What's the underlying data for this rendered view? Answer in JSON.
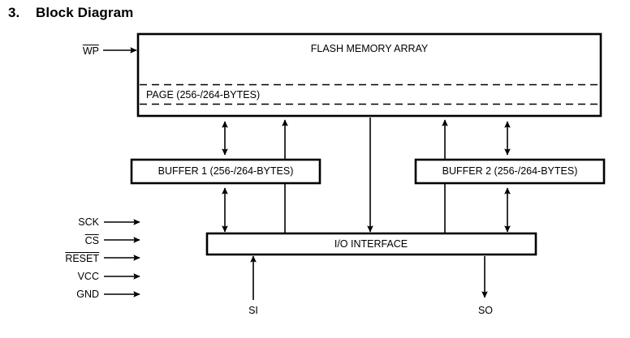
{
  "heading": {
    "number": "3.",
    "text": "Block Diagram"
  },
  "diagram": {
    "type": "block-diagram",
    "blocks": [
      {
        "id": "flash-memory-array",
        "label": "FLASH MEMORY ARRAY",
        "sub_label": "PAGE (256-/264-BYTES)",
        "sub_style": "dashed"
      },
      {
        "id": "buffer-1",
        "label": "BUFFER 1 (256-/264-BYTES)"
      },
      {
        "id": "buffer-2",
        "label": "BUFFER 2 (256-/264-BYTES)"
      },
      {
        "id": "io-interface",
        "label": "I/O INTERFACE"
      }
    ],
    "signals_left": [
      {
        "id": "wp",
        "label": "WP",
        "overline": true,
        "direction": "in",
        "target": "flash-memory-array"
      },
      {
        "id": "sck",
        "label": "SCK",
        "overline": false,
        "direction": "in",
        "target": "io-interface"
      },
      {
        "id": "cs",
        "label": "CS",
        "overline": true,
        "direction": "in",
        "target": "io-interface"
      },
      {
        "id": "reset",
        "label": "RESET",
        "overline": true,
        "direction": "in",
        "target": "io-interface"
      },
      {
        "id": "vcc",
        "label": "VCC",
        "overline": false,
        "direction": "in",
        "target": "io-interface"
      },
      {
        "id": "gnd",
        "label": "GND",
        "overline": false,
        "direction": "in",
        "target": "io-interface"
      }
    ],
    "signals_bottom": [
      {
        "id": "si",
        "label": "SI",
        "direction": "in",
        "target": "io-interface"
      },
      {
        "id": "so",
        "label": "SO",
        "direction": "out",
        "source": "io-interface"
      }
    ],
    "connections": [
      {
        "from": "flash-memory-array",
        "to": "buffer-1",
        "arrow": "bidirectional"
      },
      {
        "from": "buffer-1",
        "to": "flash-memory-array",
        "arrow": "up"
      },
      {
        "from": "flash-memory-array",
        "to": "io-interface",
        "arrow": "down"
      },
      {
        "from": "buffer-2",
        "to": "flash-memory-array",
        "arrow": "up"
      },
      {
        "from": "flash-memory-array",
        "to": "buffer-2",
        "arrow": "bidirectional"
      },
      {
        "from": "buffer-1",
        "to": "io-interface",
        "arrow": "bidirectional"
      },
      {
        "from": "buffer-2",
        "to": "io-interface",
        "arrow": "bidirectional"
      }
    ]
  },
  "colors": {
    "ink": "#000000",
    "background": "#ffffff"
  }
}
